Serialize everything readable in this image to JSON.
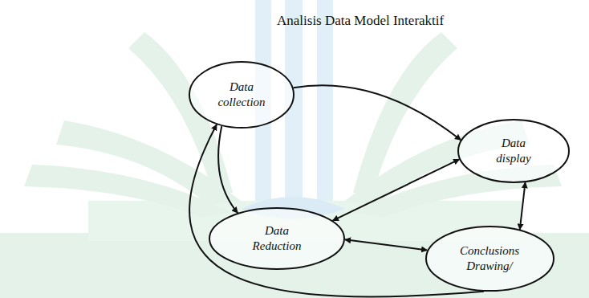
{
  "diagram": {
    "title": "Analisis Data Model Interaktif",
    "nodes": [
      {
        "text": [
          "Data collection"
        ]
      },
      {
        "text": [
          "Data display"
        ]
      },
      {
        "text": [
          "Data Reduction"
        ]
      },
      {
        "text": [
          "Conclusions Drawing/"
        ]
      }
    ],
    "edges": [
      {
        "from": 0,
        "to": 1,
        "arrow": "to"
      },
      {
        "from": 0,
        "to": 2,
        "arrow": "to"
      },
      {
        "from": 1,
        "to": 2,
        "arrow": "both"
      },
      {
        "from": 2,
        "to": 3,
        "arrow": "both"
      },
      {
        "from": 1,
        "to": 3,
        "arrow": "both"
      },
      {
        "from": 3,
        "to": 0,
        "arrow": "to"
      }
    ]
  }
}
